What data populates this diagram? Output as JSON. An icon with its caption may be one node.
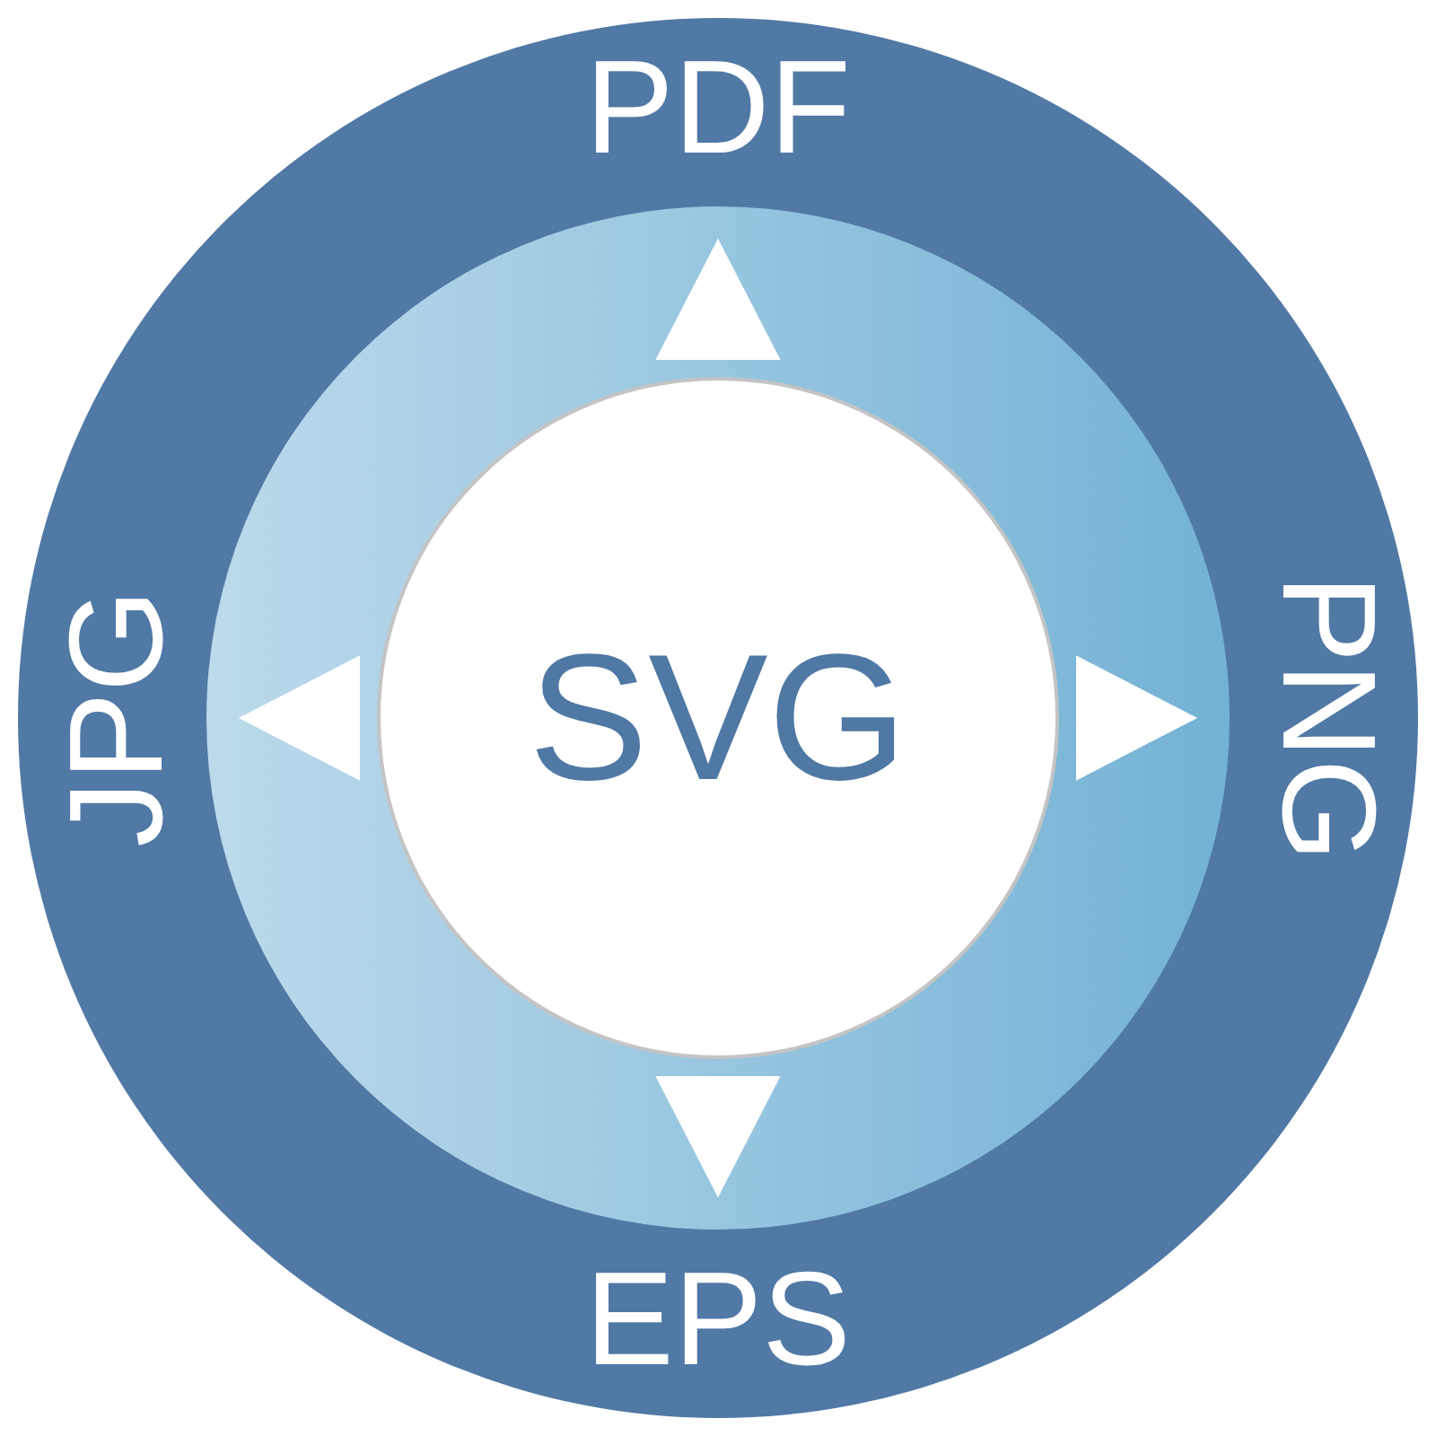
{
  "diagram": {
    "nodes": [
      {
        "text": [
          "SVG"
        ]
      },
      {
        "text": [
          "PDF"
        ]
      },
      {
        "text": [
          "PNG"
        ]
      },
      {
        "text": [
          "EPS"
        ]
      },
      {
        "text": [
          "JPG"
        ]
      }
    ],
    "edges": [
      {
        "from": 0,
        "to": 1,
        "arrow": "to"
      },
      {
        "from": 0,
        "to": 2,
        "arrow": "to"
      },
      {
        "from": 0,
        "to": 3,
        "arrow": "to"
      },
      {
        "from": 0,
        "to": 4,
        "arrow": "to"
      }
    ]
  }
}
